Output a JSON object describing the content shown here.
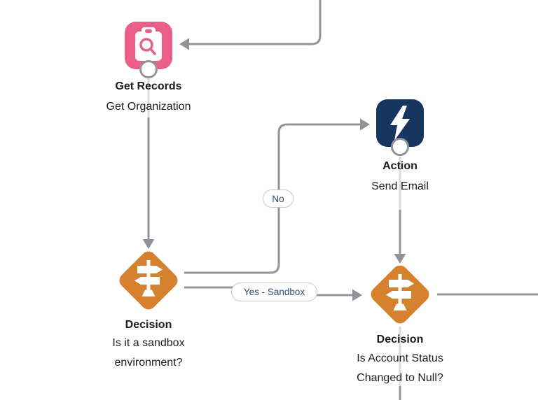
{
  "canvas": {
    "background": "#ffffff",
    "connector_color": "#929398",
    "connector_light_color": "#dadbde",
    "text_color": "#1b1d1f"
  },
  "nodes": {
    "get_records": {
      "type_label": "Get Records",
      "name_label": "Get Organization",
      "icon": "clipboard-search-icon",
      "color": "#ea5e8a"
    },
    "action": {
      "type_label": "Action",
      "name_label": "Send Email",
      "icon": "lightning-icon",
      "color": "#17365f"
    },
    "decision_sandbox": {
      "type_label": "Decision",
      "name_label": "Is it a sandbox environment?",
      "icon": "signpost-icon",
      "color": "#d6812d"
    },
    "decision_account_status": {
      "type_label": "Decision",
      "name_label": "Is Account Status Changed to Null?",
      "icon": "signpost-icon",
      "color": "#d6812d"
    }
  },
  "connector_labels": {
    "no": {
      "label": "No",
      "text_color": "#2b4c7c"
    },
    "yes_sandbox": {
      "label": "Yes - Sandbox",
      "text_color": "#2b4c7c"
    }
  }
}
